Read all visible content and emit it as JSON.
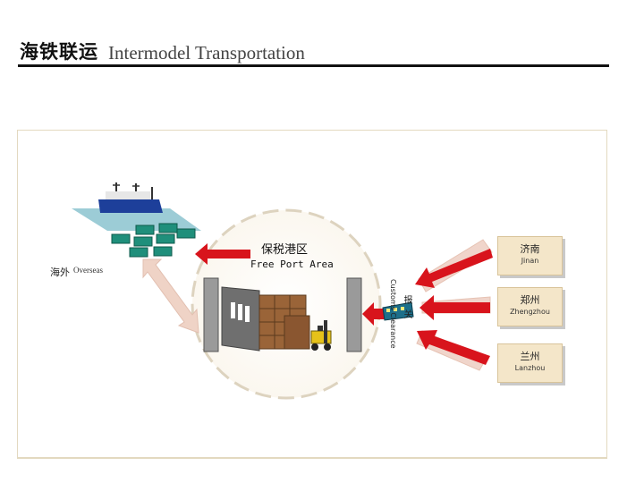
{
  "header": {
    "title_cn": "海铁联运",
    "title_en": "Intermodel Transportation"
  },
  "diagram": {
    "overseas": {
      "cn": "海外",
      "en": "Overseas"
    },
    "free_port": {
      "cn": "保税港区",
      "en": "Free Port Area"
    },
    "customs": {
      "cn": "报关",
      "en": "Customs Clearance"
    },
    "cities": [
      {
        "cn": "济南",
        "en": "Jinan"
      },
      {
        "cn": "郑州",
        "en": "Zhengzhou"
      },
      {
        "cn": "兰州",
        "en": "Lanzhou"
      }
    ]
  },
  "colors": {
    "arrow_red": "#d8141c",
    "arrow_light": "#f0d5cb",
    "gate_gray": "#9a9a9a",
    "city_box": "#f4e6c9",
    "circle_dash": "#ddd3bf"
  }
}
